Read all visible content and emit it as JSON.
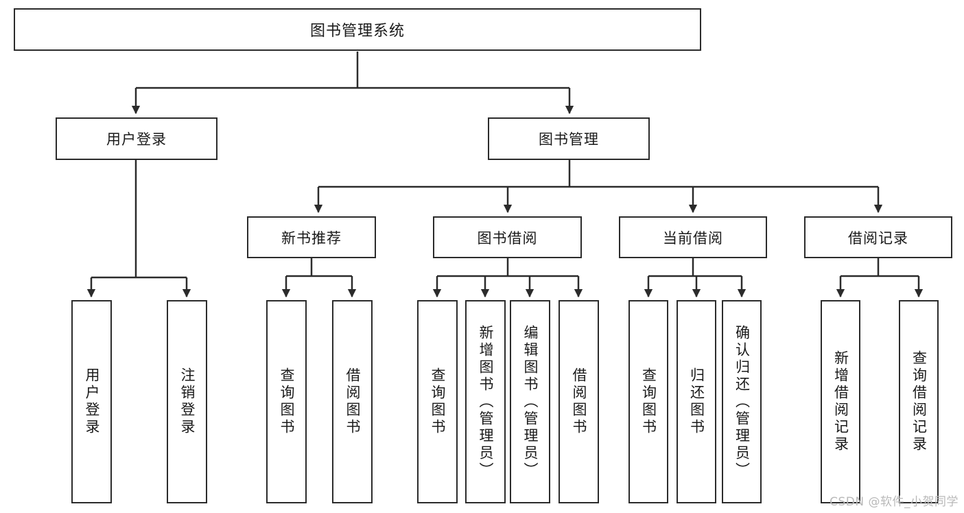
{
  "diagram": {
    "title": "图书管理系统",
    "watermark": "CSDN @软件_小贺同学",
    "line_color": "#2b2b2b",
    "box_fill": "#ffffff",
    "text_color": "#1a1a1a",
    "watermark_color": "#b9b9b9"
  },
  "nodes": {
    "root": {
      "label": "图书管理系统"
    },
    "level2": [
      {
        "label": "用户登录"
      },
      {
        "label": "图书管理"
      }
    ],
    "level3": [
      {
        "label": "新书推荐"
      },
      {
        "label": "图书借阅"
      },
      {
        "label": "当前借阅"
      },
      {
        "label": "借阅记录"
      }
    ],
    "leaves_user_login": [
      {
        "label": "用户登录"
      },
      {
        "label": "注销登录"
      }
    ],
    "leaves_new_book": [
      {
        "label": "查询图书"
      },
      {
        "label": "借阅图书"
      }
    ],
    "leaves_borrow": [
      {
        "label": "查询图书"
      },
      {
        "label": "新增图书（管理员）"
      },
      {
        "label": "编辑图书（管理员）"
      },
      {
        "label": "借阅图书"
      }
    ],
    "leaves_current": [
      {
        "label": "查询图书"
      },
      {
        "label": "归还图书"
      },
      {
        "label": "确认归还（管理员）"
      }
    ],
    "leaves_records": [
      {
        "label": "新增借阅记录"
      },
      {
        "label": "查询借阅记录"
      }
    ]
  }
}
